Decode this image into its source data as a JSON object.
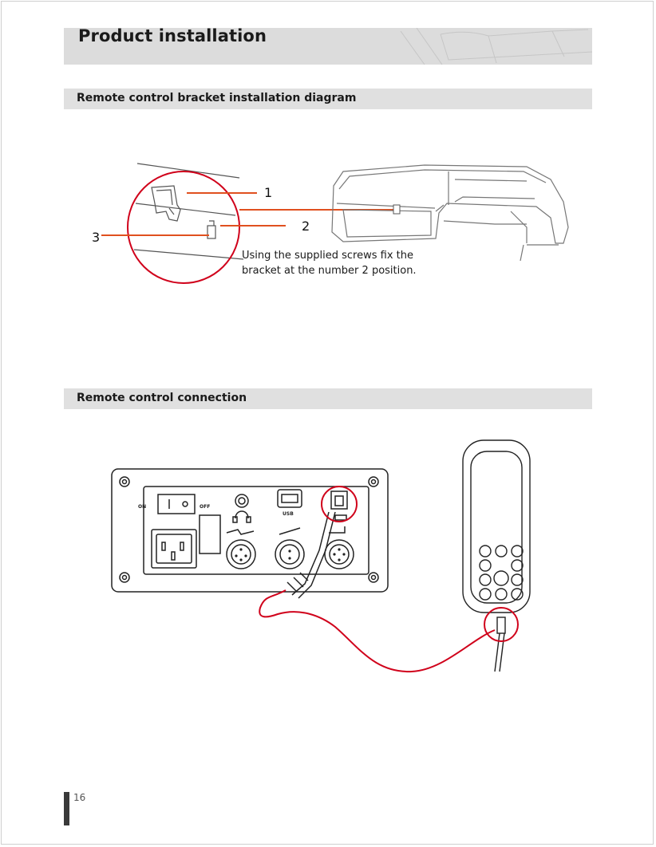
{
  "header": {
    "title": "Product installation"
  },
  "sections": [
    {
      "heading": "Remote control bracket installation diagram"
    },
    {
      "heading": "Remote control connection"
    }
  ],
  "bracket_diagram": {
    "callouts": [
      "1",
      "2",
      "3"
    ],
    "caption": "Using the supplied screws fix the bracket at the number 2 position."
  },
  "connection_diagram": {
    "panel_labels": {
      "on": "ON",
      "off": "OFF",
      "usb": "USB"
    }
  },
  "footer": {
    "page_number": "16"
  },
  "colors": {
    "accent_red": "#d0021b",
    "header_gray": "#dcdcdc",
    "section_gray": "#e0e0e0"
  }
}
